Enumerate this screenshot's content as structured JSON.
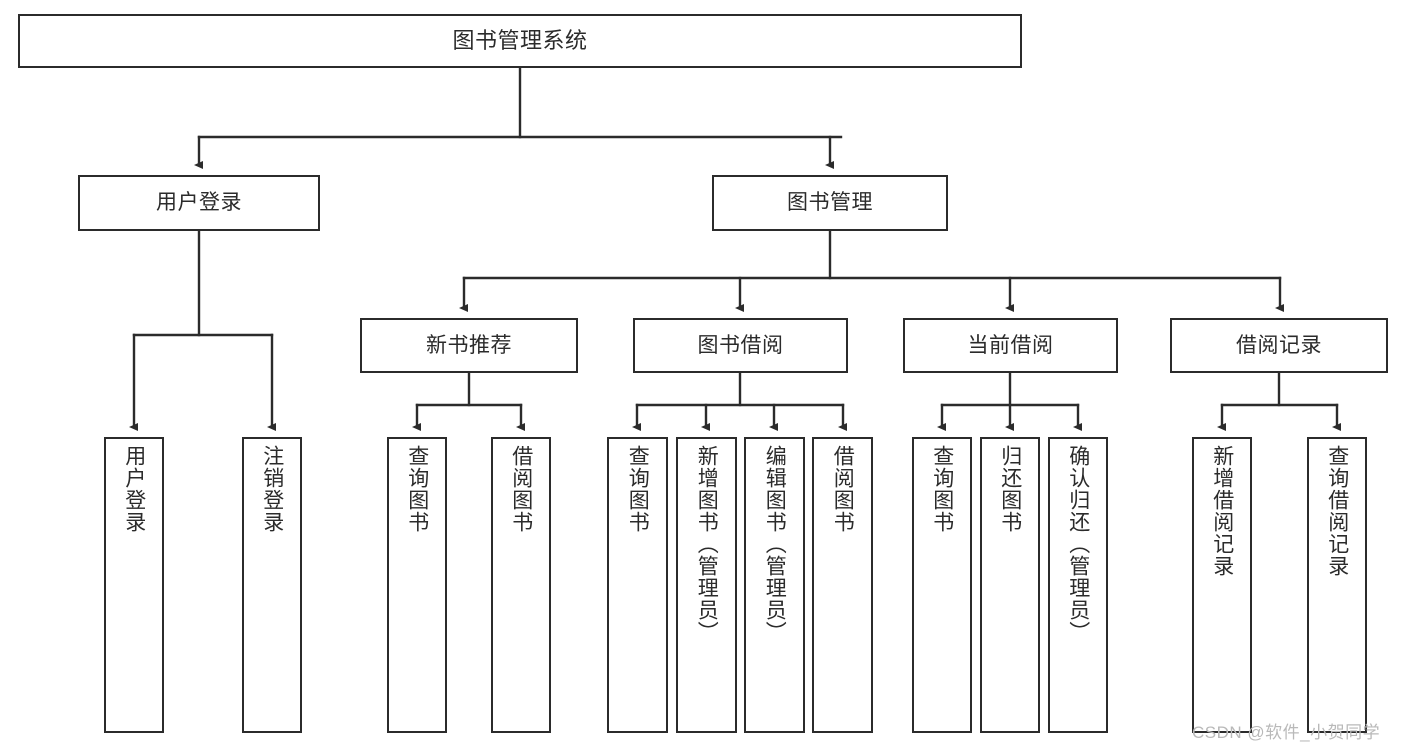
{
  "diagram": {
    "title": "图书管理系统",
    "type": "tree",
    "orientation": "top-down",
    "colors": {
      "stroke": "#2b2b2b",
      "fill": "#ffffff",
      "background": "#ffffff",
      "watermark": "#b9b9b9"
    },
    "root": {
      "label": "图书管理系统"
    },
    "level2": [
      {
        "label": "用户登录"
      },
      {
        "label": "图书管理"
      }
    ],
    "level3": [
      {
        "label": "新书推荐"
      },
      {
        "label": "图书借阅"
      },
      {
        "label": "当前借阅"
      },
      {
        "label": "借阅记录"
      }
    ],
    "leaves": {
      "user_login": [
        {
          "label": "用户登录"
        },
        {
          "label": "注销登录"
        }
      ],
      "new_book": [
        {
          "label": "查询图书"
        },
        {
          "label": "借阅图书"
        }
      ],
      "book_borrow": [
        {
          "label": "查询图书"
        },
        {
          "label": "新增图书（管理员）"
        },
        {
          "label": "编辑图书（管理员）"
        },
        {
          "label": "借阅图书"
        }
      ],
      "current_borrow": [
        {
          "label": "查询图书"
        },
        {
          "label": "归还图书"
        },
        {
          "label": "确认归还（管理员）"
        }
      ],
      "borrow_record": [
        {
          "label": "新增借阅记录"
        },
        {
          "label": "查询借阅记录"
        }
      ]
    }
  },
  "watermark": {
    "text": "CSDN @软件_小贺同学"
  }
}
